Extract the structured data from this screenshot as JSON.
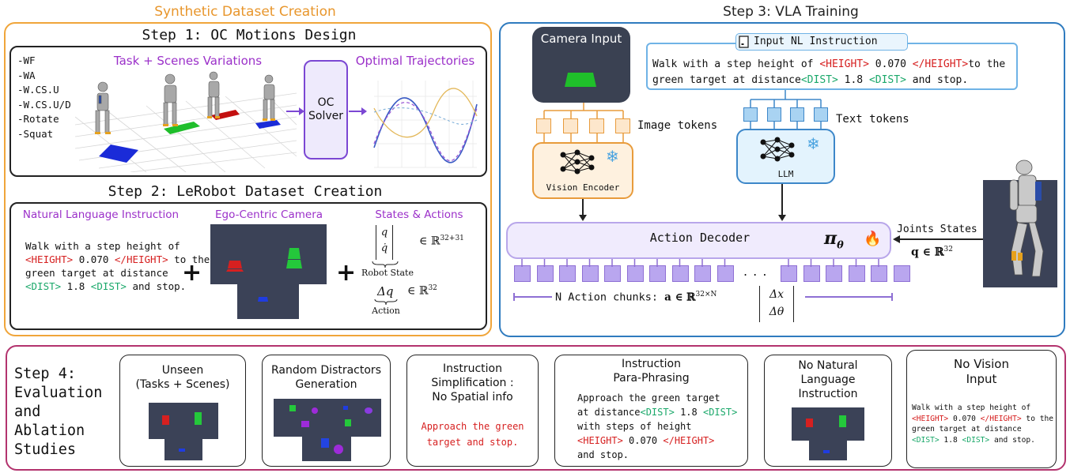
{
  "synthetic_title": "Synthetic Dataset Creation",
  "vla_title": "Step 3: VLA Training",
  "step1": {
    "title": "Step 1: OC Motions Design",
    "motions": [
      "-WF",
      "-WA",
      "-W.CS.U",
      "-W.CS.U/D",
      "-Rotate",
      "-Squat"
    ],
    "task_label": "Task + Scenes Variations",
    "solver_label": "OC Solver",
    "traj_label": "Optimal Trajectories"
  },
  "step2": {
    "title": "Step 2: LeRobot Dataset Creation",
    "nl_header": "Natural Language Instruction",
    "ego_header": "Ego-Centric Camera",
    "states_header": "States & Actions",
    "instr": {
      "l1": "Walk with a step height of",
      "h_open": "<HEIGHT>",
      "h_val": " 0.070 ",
      "h_close": "</HEIGHT>",
      "l2_tail": " to the",
      "l3": "green target at distance",
      "d_open": "<DIST>",
      "d_val": " 1.8 ",
      "d_close": "<DIST>",
      "l4_tail": " and stop."
    },
    "plus": "+",
    "robot_state_vec_top": "q",
    "robot_state_vec_bot": "q̇",
    "robot_state_space": "∈ ℝ",
    "robot_state_exp": "32+31",
    "robot_state_label": "Robot State",
    "action_sym": "Δq",
    "action_space": "∈ ℝ",
    "action_exp": "32",
    "action_label": "Action"
  },
  "step3": {
    "camera_label": "Camera Input",
    "instr_box_label": "Input NL Instruction",
    "instr_l1": "Walk with a step height of ",
    "h_open": "<HEIGHT>",
    "h_val": " 0.070 ",
    "h_close": "</HEIGHT>",
    "instr_l1_tail": "to the",
    "instr_l2": "green target at distance",
    "d_open": "<DIST>",
    "d_val": " 1.8 ",
    "d_close": "<DIST>",
    "instr_l2_tail": " and stop.",
    "image_tokens": "Image tokens",
    "text_tokens": "Text tokens",
    "vision_encoder": "Vision Encoder",
    "llm": "LLM",
    "action_decoder": "Action Decoder",
    "pi": "π",
    "pi_sub": "θ",
    "joints_label": "Joints States",
    "joints_sym": "q ∈ ℝ",
    "joints_exp": "32",
    "dots": ". . .",
    "chunks_label": "N Action chunks: ",
    "chunks_sym": "a ∈ ℝ",
    "chunks_exp": "32×N",
    "vec_top": "Δx",
    "vec_bot": "Δθ"
  },
  "step4": {
    "title_lines": [
      "Step 4:",
      "Evaluation",
      "and",
      "Ablation",
      "Studies"
    ],
    "cards": [
      {
        "title": [
          "Unseen",
          "(Tasks + Scenes)"
        ]
      },
      {
        "title": [
          "Random Distractors",
          "Generation"
        ]
      },
      {
        "title": [
          "Instruction",
          "Simplification :",
          "No Spatial info"
        ],
        "body": [
          "Approach the green",
          "target and stop."
        ]
      },
      {
        "title": [
          "Instruction",
          "Para-Phrasing"
        ],
        "body": {
          "l1": "Approach the green target",
          "l2a": "at distance",
          "d_open": "<DIST>",
          "d_val": " 1.8 ",
          "d_close": "<DIST>",
          "l3": "with steps of height",
          "h_open": "<HEIGHT>",
          "h_val": " 0.070 ",
          "h_close": "</HEIGHT>",
          "l5": "and stop."
        }
      },
      {
        "title": [
          "No Natural",
          "Language",
          "Instruction"
        ]
      },
      {
        "title": [
          "No Vision",
          "Input"
        ],
        "body": {
          "l1": "Walk with a step height of",
          "h_open": "<HEIGHT>",
          "h_val": " 0.070 ",
          "h_close": "</HEIGHT>",
          "l2_tail": " to the",
          "l3": "green target at distance",
          "d_open": "<DIST>",
          "d_val": " 1.8 ",
          "d_close": "<DIST>",
          "l4_tail": " and stop."
        }
      }
    ]
  },
  "colors": {
    "orange": "#f0a53a",
    "blue": "#2f7bbf",
    "magenta": "#b3336e",
    "purple_text": "#9b30c9",
    "red_tag": "#d61f1f",
    "green_tag": "#1aa86a"
  }
}
